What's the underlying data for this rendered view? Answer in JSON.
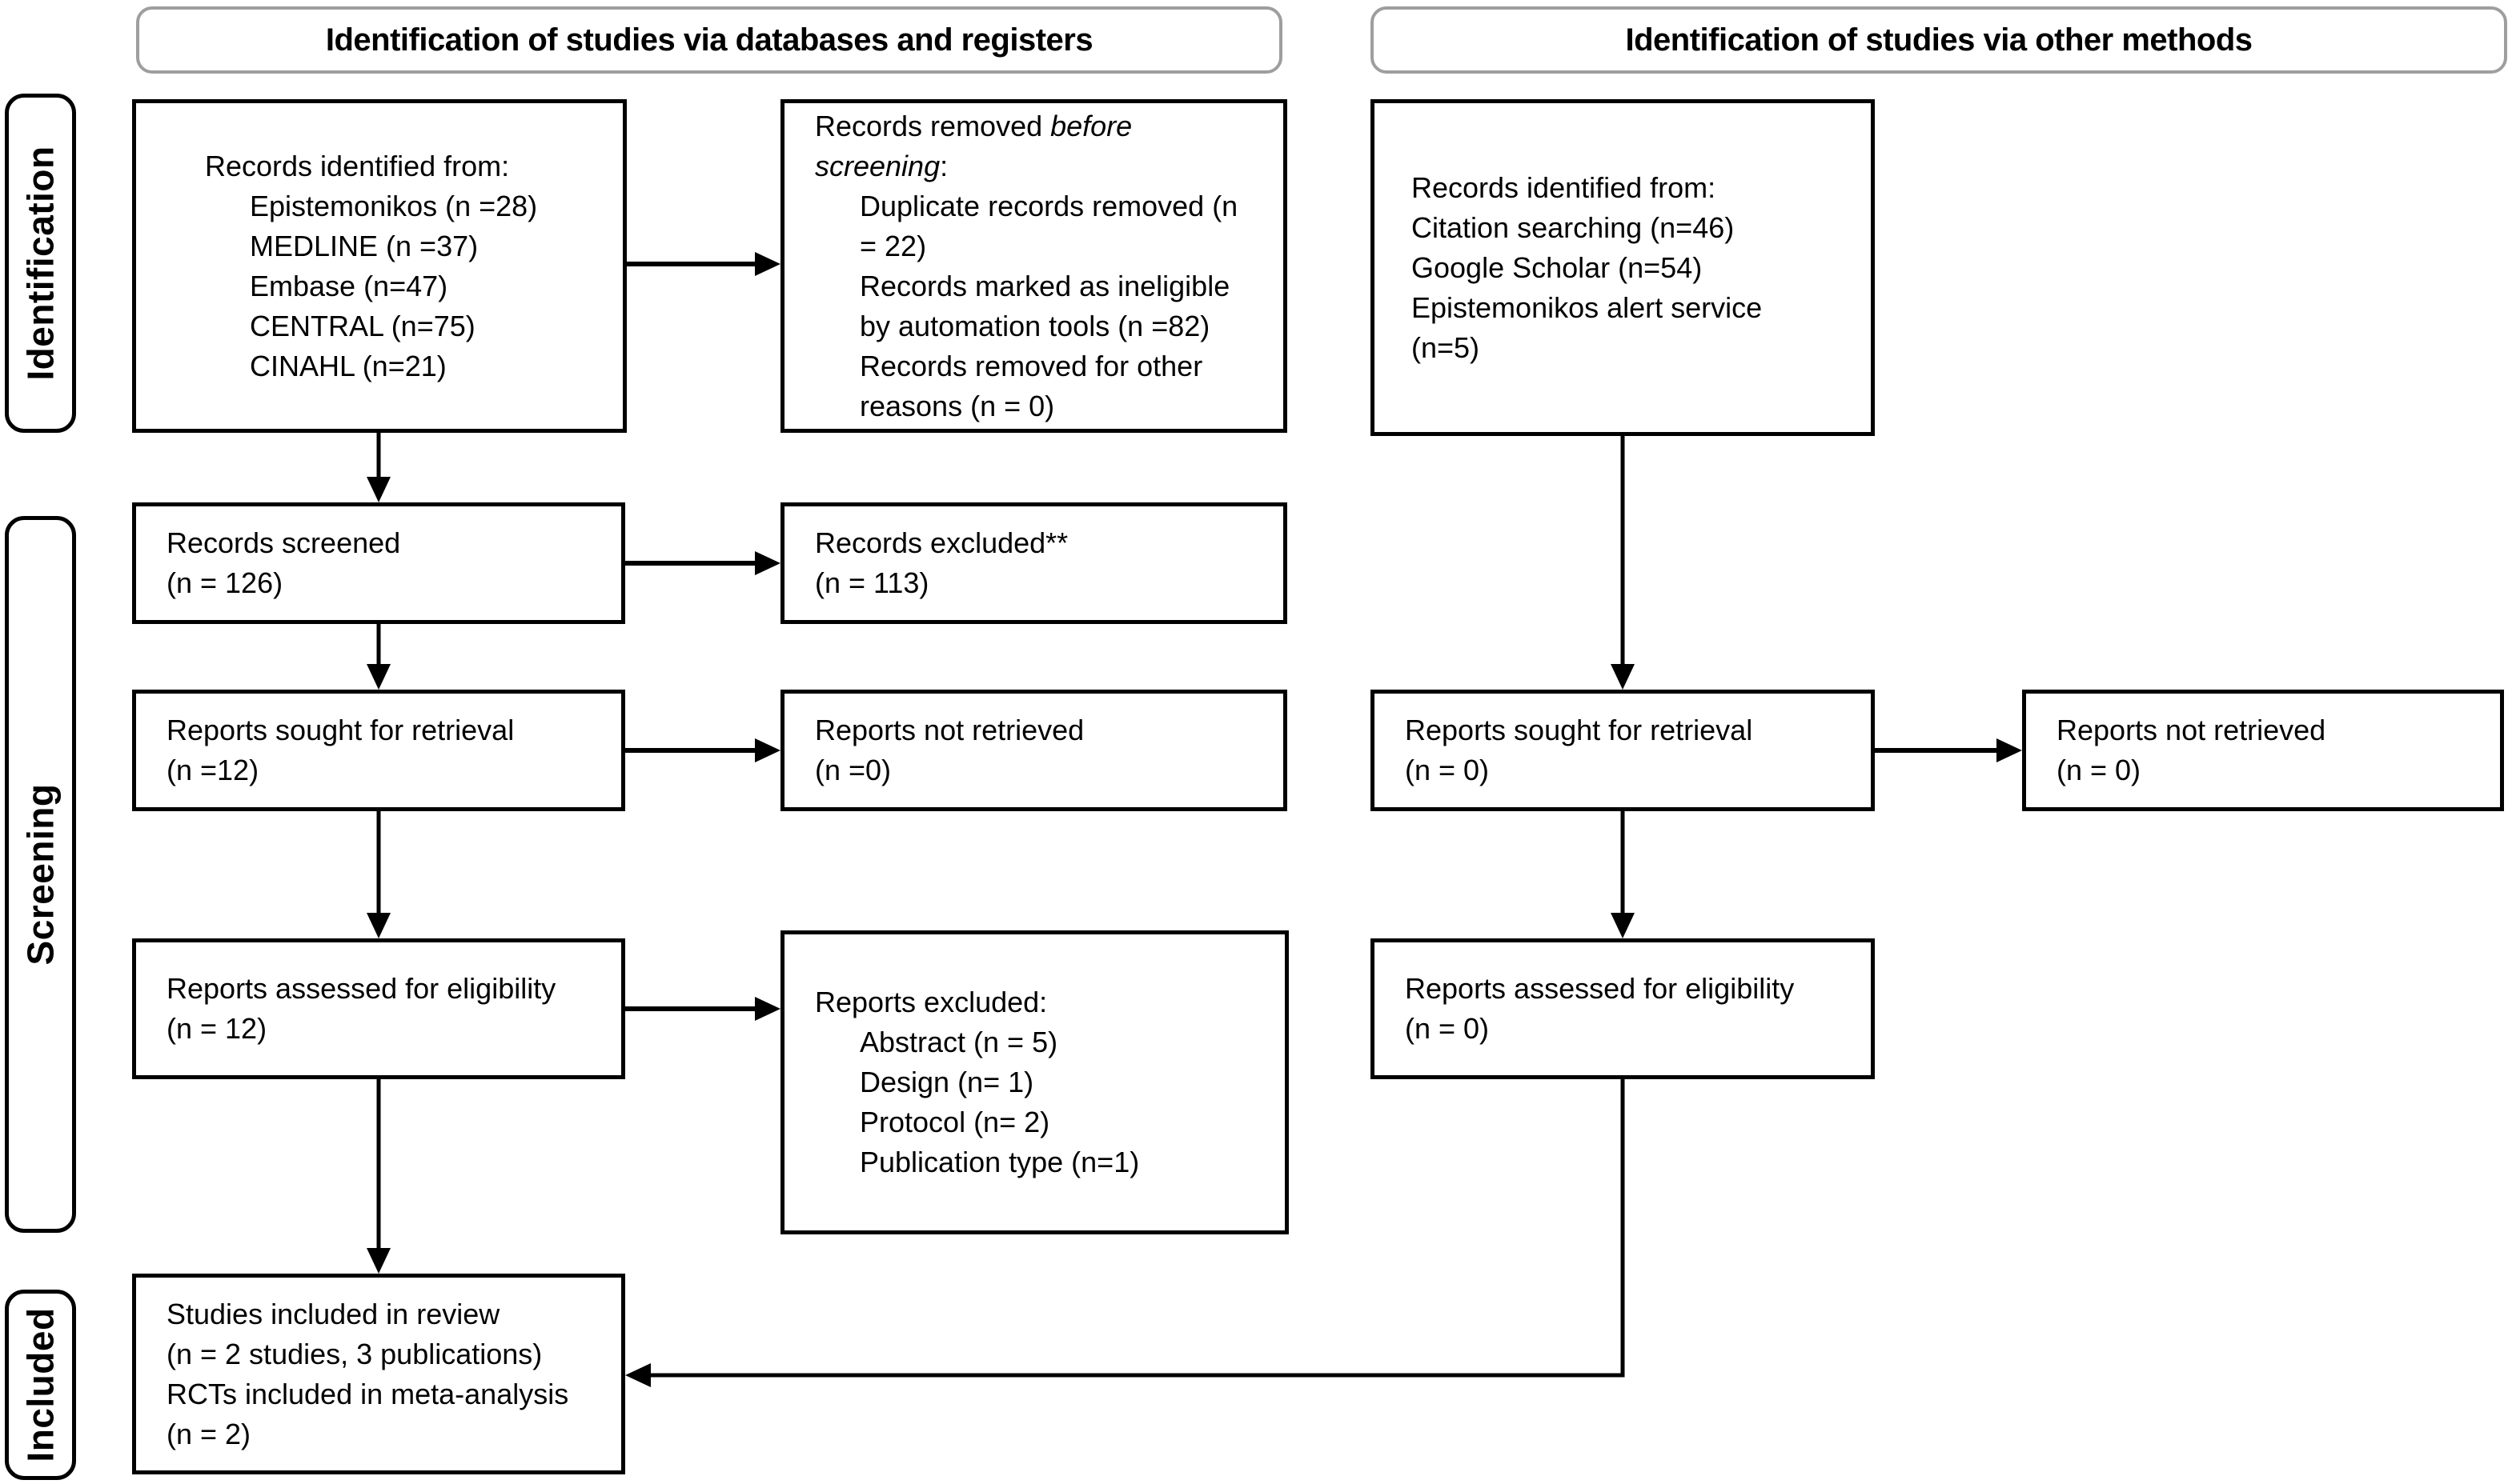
{
  "headers": {
    "left": "Identification of studies via databases and registers",
    "right": "Identification of studies via other methods"
  },
  "sidebar": {
    "identification": "Identification",
    "screening": "Screening",
    "included": "Included"
  },
  "boxes": {
    "records_identified_databases": {
      "lines": [
        {
          "ind": 0,
          "seg": [
            {
              "t": "Records identified from:"
            }
          ]
        },
        {
          "ind": 1,
          "seg": [
            {
              "t": "Epistemonikos (n =28)"
            }
          ]
        },
        {
          "ind": 1,
          "seg": [
            {
              "t": "MEDLINE (n =37)"
            }
          ]
        },
        {
          "ind": 1,
          "seg": [
            {
              "t": "Embase (n=47)"
            }
          ]
        },
        {
          "ind": 1,
          "seg": [
            {
              "t": "CENTRAL (n=75)"
            }
          ]
        },
        {
          "ind": 1,
          "seg": [
            {
              "t": "CINAHL (n=21)"
            }
          ]
        }
      ]
    },
    "records_removed_before_screening": {
      "lines": [
        {
          "ind": 0,
          "seg": [
            {
              "t": "Records removed "
            },
            {
              "t": "before",
              "i": true
            }
          ]
        },
        {
          "ind": 0,
          "seg": [
            {
              "t": "screening",
              "i": true
            },
            {
              "t": ":"
            }
          ]
        },
        {
          "ind": 1,
          "seg": [
            {
              "t": "Duplicate records removed (n"
            }
          ]
        },
        {
          "ind": 1,
          "seg": [
            {
              "t": "= 22)"
            }
          ]
        },
        {
          "ind": 1,
          "seg": [
            {
              "t": "Records marked as ineligible"
            }
          ]
        },
        {
          "ind": 1,
          "seg": [
            {
              "t": "by automation tools (n =82)"
            }
          ]
        },
        {
          "ind": 1,
          "seg": [
            {
              "t": "Records removed for other"
            }
          ]
        },
        {
          "ind": 1,
          "seg": [
            {
              "t": "reasons (n = 0)"
            }
          ]
        }
      ]
    },
    "records_identified_other": {
      "lines": [
        {
          "ind": 0,
          "seg": [
            {
              "t": "Records identified from:"
            }
          ]
        },
        {
          "ind": 0,
          "seg": [
            {
              "t": "Citation searching (n=46)"
            }
          ]
        },
        {
          "ind": 0,
          "seg": [
            {
              "t": "Google Scholar (n=54)"
            }
          ]
        },
        {
          "ind": 0,
          "seg": [
            {
              "t": "Epistemonikos alert service"
            }
          ]
        },
        {
          "ind": 0,
          "seg": [
            {
              "t": "(n=5)"
            }
          ]
        }
      ]
    },
    "records_screened": {
      "lines": [
        {
          "ind": 0,
          "seg": [
            {
              "t": "Records screened"
            }
          ]
        },
        {
          "ind": 0,
          "seg": [
            {
              "t": "(n = 126)"
            }
          ]
        }
      ]
    },
    "records_excluded": {
      "lines": [
        {
          "ind": 0,
          "seg": [
            {
              "t": "Records excluded**"
            }
          ]
        },
        {
          "ind": 0,
          "seg": [
            {
              "t": "(n = 113)"
            }
          ]
        }
      ]
    },
    "reports_sought_databases": {
      "lines": [
        {
          "ind": 0,
          "seg": [
            {
              "t": "Reports sought for retrieval"
            }
          ]
        },
        {
          "ind": 0,
          "seg": [
            {
              "t": "(n =12)"
            }
          ]
        }
      ]
    },
    "reports_not_retrieved_databases": {
      "lines": [
        {
          "ind": 0,
          "seg": [
            {
              "t": "Reports not retrieved"
            }
          ]
        },
        {
          "ind": 0,
          "seg": [
            {
              "t": "(n =0)"
            }
          ]
        }
      ]
    },
    "reports_assessed_databases": {
      "lines": [
        {
          "ind": 0,
          "seg": [
            {
              "t": "Reports assessed for eligibility"
            }
          ]
        },
        {
          "ind": 0,
          "seg": [
            {
              "t": "(n = 12)"
            }
          ]
        }
      ]
    },
    "reports_excluded": {
      "lines": [
        {
          "ind": 0,
          "seg": [
            {
              "t": "Reports excluded:"
            }
          ]
        },
        {
          "ind": 1,
          "seg": [
            {
              "t": "Abstract (n = 5)"
            }
          ]
        },
        {
          "ind": 1,
          "seg": [
            {
              "t": "Design (n= 1)"
            }
          ]
        },
        {
          "ind": 1,
          "seg": [
            {
              "t": "Protocol (n= 2)"
            }
          ]
        },
        {
          "ind": 1,
          "seg": [
            {
              "t": "Publication type (n=1)"
            }
          ]
        }
      ]
    },
    "reports_sought_other": {
      "lines": [
        {
          "ind": 0,
          "seg": [
            {
              "t": "Reports sought for retrieval"
            }
          ]
        },
        {
          "ind": 0,
          "seg": [
            {
              "t": "(n = 0)"
            }
          ]
        }
      ]
    },
    "reports_not_retrieved_other": {
      "lines": [
        {
          "ind": 0,
          "seg": [
            {
              "t": "Reports not retrieved"
            }
          ]
        },
        {
          "ind": 0,
          "seg": [
            {
              "t": "(n = 0)"
            }
          ]
        }
      ]
    },
    "reports_assessed_other": {
      "lines": [
        {
          "ind": 0,
          "seg": [
            {
              "t": "Reports assessed for eligibility"
            }
          ]
        },
        {
          "ind": 0,
          "seg": [
            {
              "t": "(n = 0)"
            }
          ]
        }
      ]
    },
    "studies_included": {
      "lines": [
        {
          "ind": 0,
          "seg": [
            {
              "t": "Studies included in review"
            }
          ]
        },
        {
          "ind": 0,
          "seg": [
            {
              "t": "(n = 2 studies, 3 publications)"
            }
          ]
        },
        {
          "ind": 0,
          "seg": [
            {
              "t": "RCTs included in meta-analysis"
            }
          ]
        },
        {
          "ind": 0,
          "seg": [
            {
              "t": "(n = 2)"
            }
          ]
        }
      ]
    }
  },
  "colors": {
    "bg": "#ffffff",
    "text": "#000000",
    "box_border": "#000000",
    "header_border": "#9e9e9e",
    "arrow": "#000000"
  }
}
